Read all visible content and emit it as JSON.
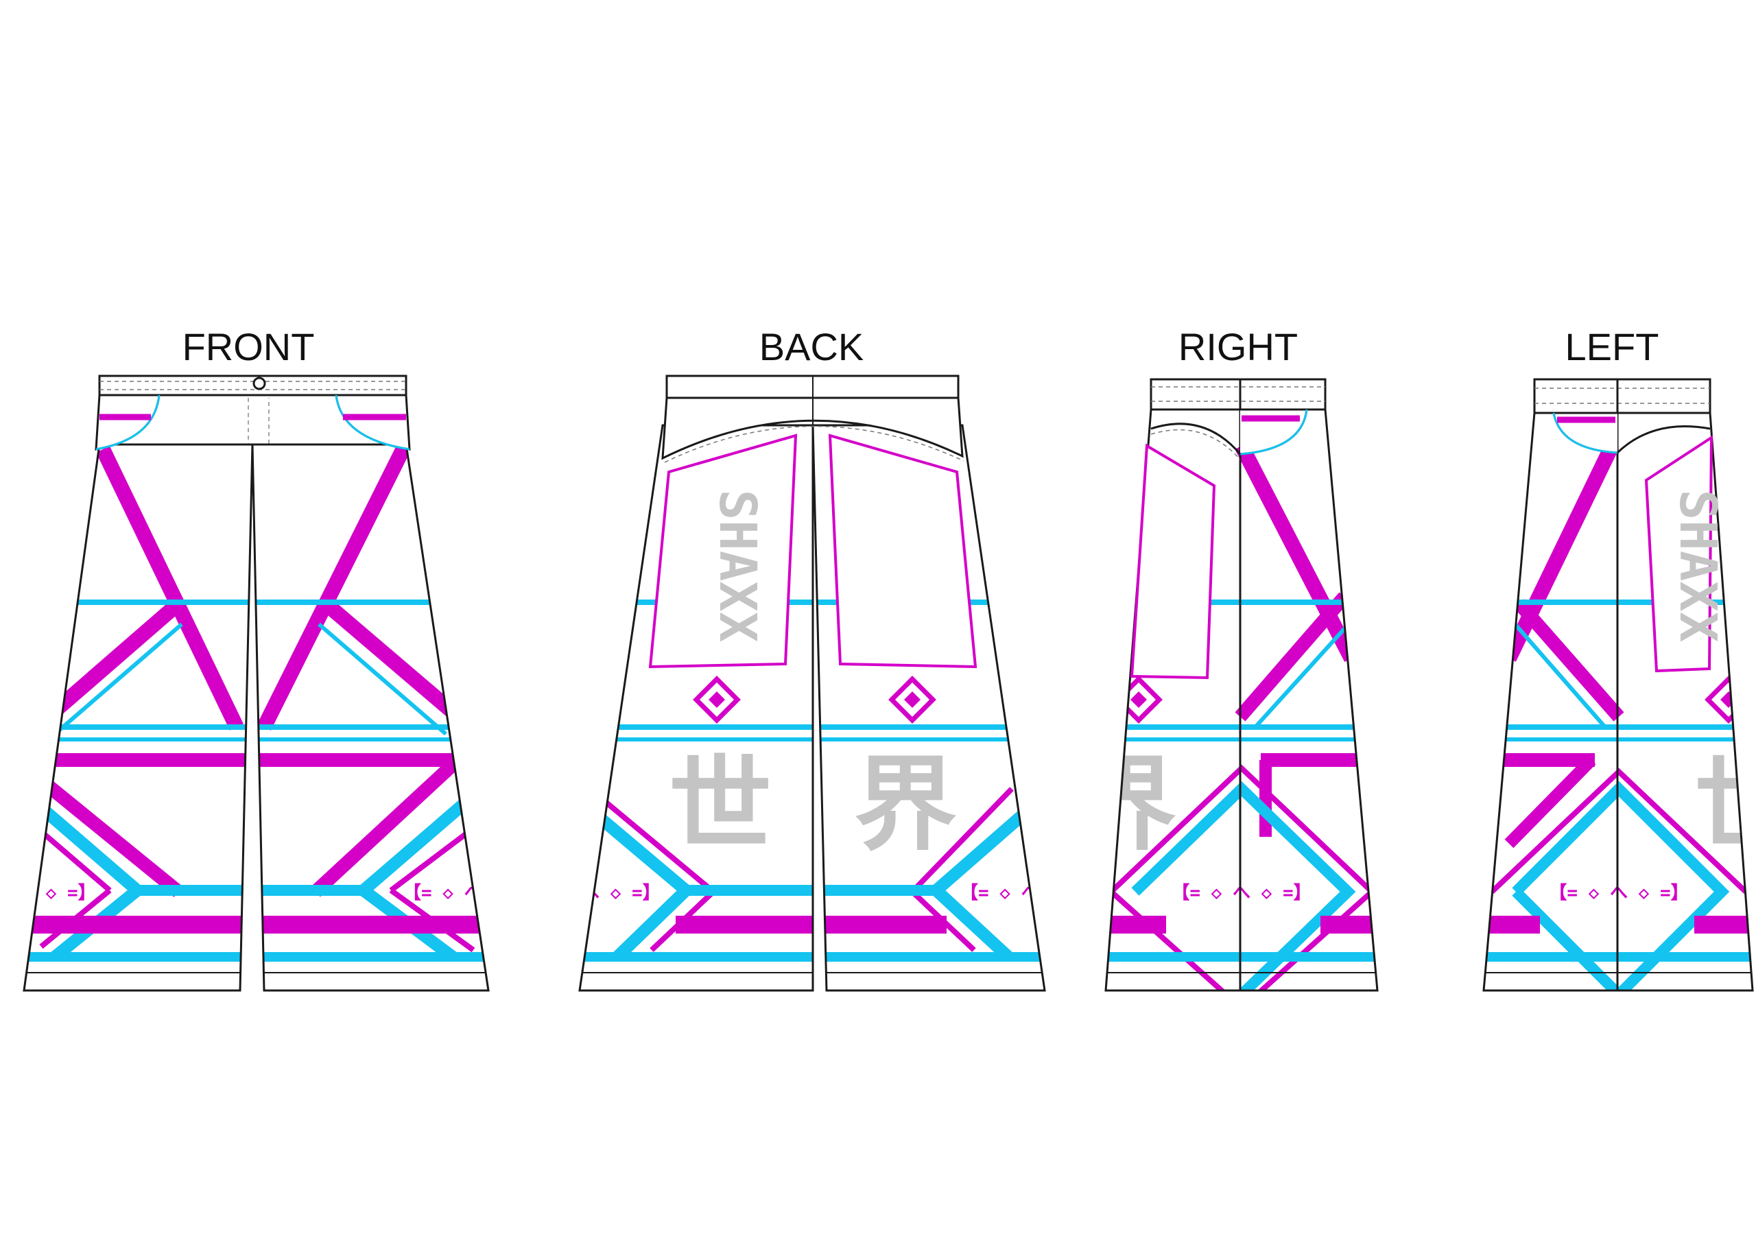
{
  "views": [
    {
      "id": "front",
      "label": "FRONT"
    },
    {
      "id": "back",
      "label": "BACK"
    },
    {
      "id": "right",
      "label": "RIGHT"
    },
    {
      "id": "left",
      "label": "LEFT"
    }
  ],
  "graphics": {
    "brand_text": "SHAXX",
    "kanji": [
      "世",
      "界"
    ],
    "glyph_row_full": "【= ◇ へ ◇ =】",
    "glyph_row_short": "へ ◇ =】"
  },
  "colors": {
    "magenta": "#d400c8",
    "cyan": "#14c3f0",
    "gray": "#c4c4c4",
    "outline": "#1a1a1a"
  }
}
